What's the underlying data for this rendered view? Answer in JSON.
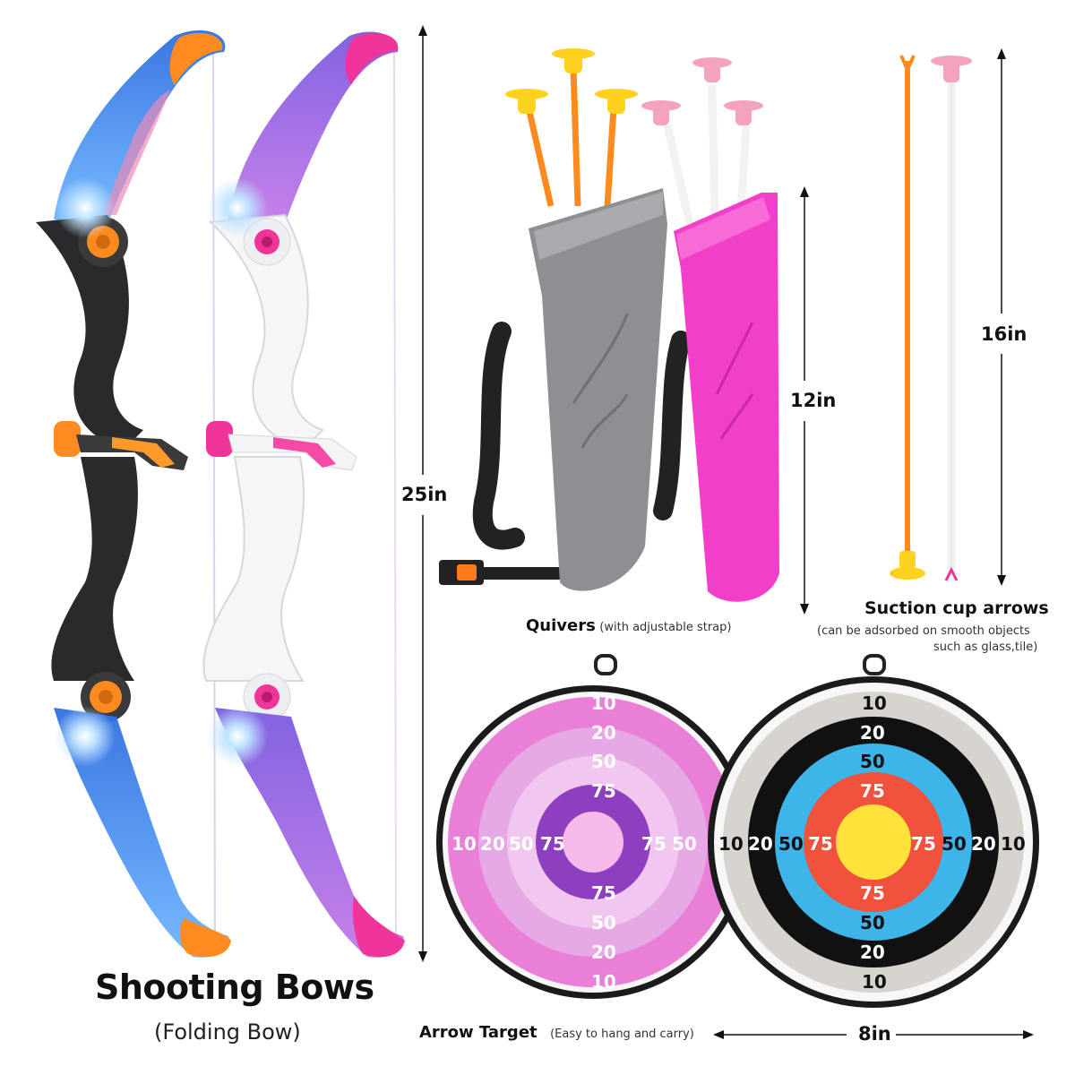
{
  "colors": {
    "bow_blue": "#3a7fe8",
    "bow_orange": "#ff8a1f",
    "bow_purple": "#7d5ad8",
    "bow_pink": "#f0359a",
    "quiver_gray": "#8d8f92",
    "quiver_pink": "#f23fc9",
    "arrow_yellow": "#ffd21f",
    "arrow_pink_cup": "#f5a3bd",
    "target_pink_outer": "#e97fd6",
    "target_pink_mid": "#e7a9e5",
    "target_pink_light": "#f2c7ef",
    "target_purple": "#8e3fbf",
    "target_black": "#111111",
    "target_blue": "#3db5e8",
    "target_red": "#f0523e",
    "target_yellow": "#ffe23a"
  },
  "labels": {
    "bows_title": "Shooting Bows",
    "bows_sub": "(Folding Bow)",
    "quivers_title": "Quivers",
    "quivers_sub": "(with adjustable strap)",
    "arrows_title": "Suction cup arrows",
    "arrows_sub_1": "(can be adsorbed on smooth objects",
    "arrows_sub_2": "such as glass,tile)",
    "target_title": "Arrow Target",
    "target_sub": "(Easy to hang and carry)"
  },
  "dimensions": {
    "bow_height": "25in",
    "quiver_height": "12in",
    "arrow_length": "16in",
    "target_diameter": "8in"
  },
  "targets": {
    "pink_rings": [
      "10",
      "20",
      "50",
      "75"
    ],
    "classic_rings": [
      "10",
      "20",
      "50",
      "75"
    ]
  }
}
